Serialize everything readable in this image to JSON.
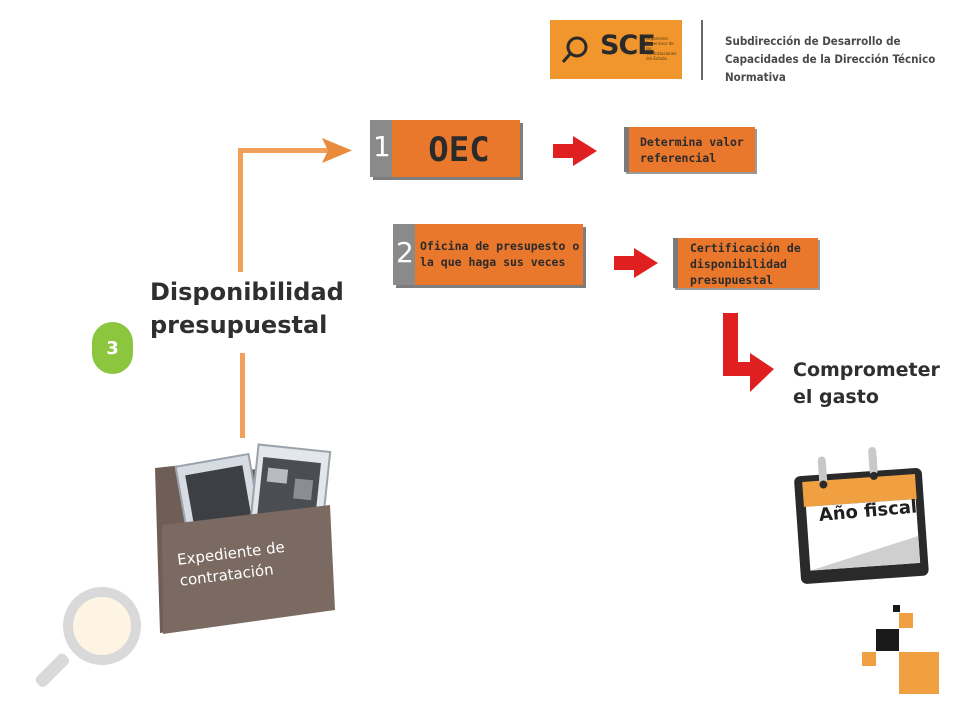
{
  "header": {
    "logo_text": "SCE",
    "logo_subtitle": "Organismo Supervisor de las Contrataciones del Estado",
    "title": "Subdirección de Desarrollo de Capacidades de la Dirección Técnico Normativa"
  },
  "steps": [
    {
      "number": "1",
      "label": "OEC"
    },
    {
      "number": "2",
      "label": "Oficina de presupesto o la que haga sus veces"
    }
  ],
  "results": [
    {
      "text": "Determina valor referencial"
    },
    {
      "text": "Certificación de disponibilidad presupuestal"
    }
  ],
  "main_label": "Disponibilidad presupuestal",
  "step_badge": "3",
  "folder_label": "Expediente de contratación",
  "final_label": "Comprometer el gasto",
  "calendar_label": "Año fiscal",
  "colors": {
    "orange": "#e9772c",
    "logo_orange": "#f0962c",
    "arrow_red": "#e02020",
    "badge_green": "#8cc63f",
    "grey": "#8a8a8a"
  },
  "icons": [
    "magnifier-icon",
    "folder-icon",
    "calendar-icon",
    "pixel-squares-icon",
    "arrow-right-icon",
    "elbow-arrow-icon"
  ]
}
